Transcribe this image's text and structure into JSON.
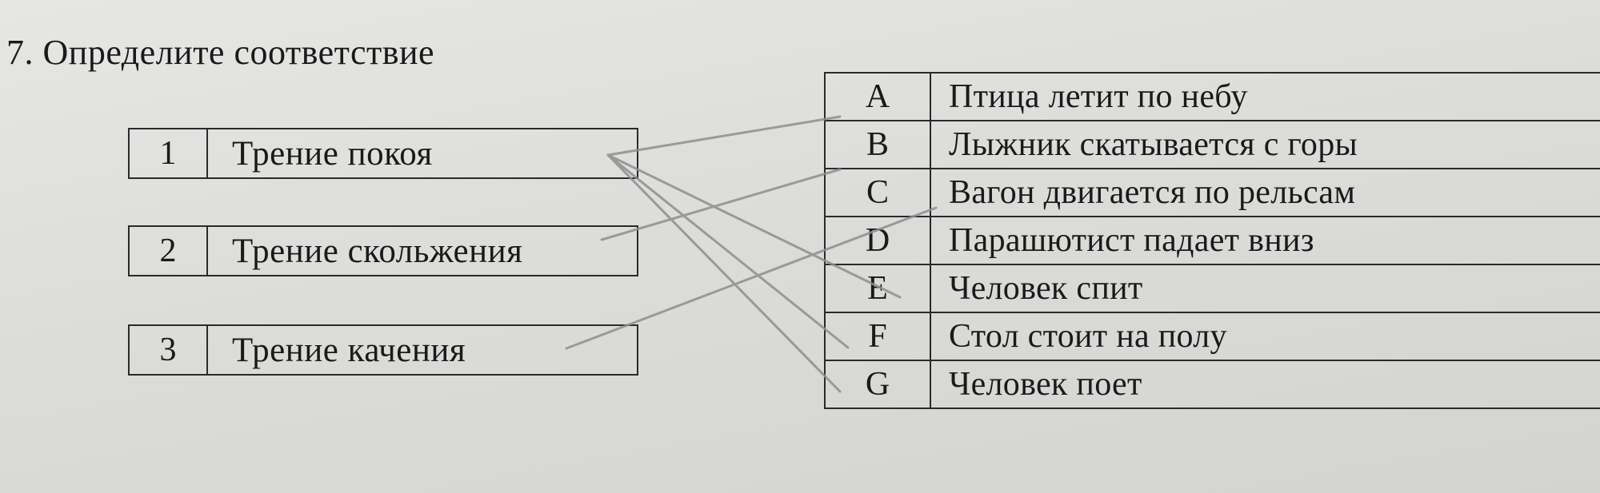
{
  "task": {
    "title": "7. Определите соответствие"
  },
  "left_items": [
    {
      "num": "1",
      "label": "Трение покоя"
    },
    {
      "num": "2",
      "label": "Трение скольжения"
    },
    {
      "num": "3",
      "label": "Трение качения"
    }
  ],
  "right_items": [
    {
      "letter": "A",
      "text": "Птица летит по небу"
    },
    {
      "letter": "B",
      "text": "Лыжник скатывается с горы"
    },
    {
      "letter": "C",
      "text": "Вагон двигается по рельсам"
    },
    {
      "letter": "D",
      "text": "Парашютист падает вниз"
    },
    {
      "letter": "E",
      "text": "Человек спит"
    },
    {
      "letter": "F",
      "text": "Стол стоит на полу"
    },
    {
      "letter": "G",
      "text": "Человек поет"
    }
  ],
  "colors": {
    "pencil": "#8e8e8e",
    "paper": "#dedfdc",
    "ink": "#1a1a1a"
  }
}
